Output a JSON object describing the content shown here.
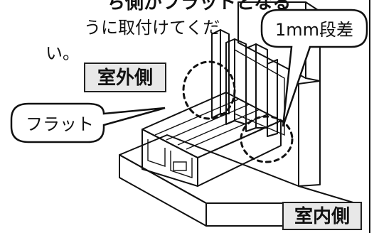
{
  "instruction": {
    "line1": "ち側がフラットとなる",
    "line2": "うに取付けてくだ",
    "line3": "い。"
  },
  "labels": {
    "outdoor": "室外側",
    "indoor": "室内側"
  },
  "callouts": {
    "flat": "フラット",
    "step": "1mm段差"
  }
}
